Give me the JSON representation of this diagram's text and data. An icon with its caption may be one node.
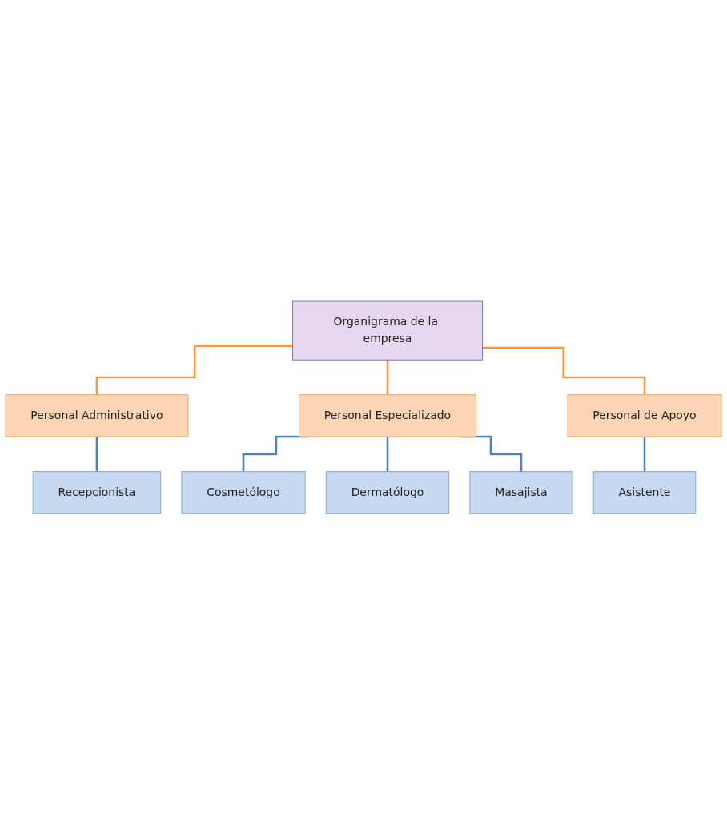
{
  "diagram": {
    "nodes": [
      {
        "text": [
          "Organigrama de la empresa"
        ]
      },
      {
        "text": [
          "Personal Administrativo"
        ]
      },
      {
        "text": [
          "Personal Especializado"
        ]
      },
      {
        "text": [
          "Personal de Apoyo"
        ]
      },
      {
        "text": [
          "Recepcionista"
        ]
      },
      {
        "text": [
          "Cosmetólogo"
        ]
      },
      {
        "text": [
          "Dermatólogo"
        ]
      },
      {
        "text": [
          "Masajista"
        ]
      },
      {
        "text": [
          "Asistente"
        ]
      }
    ],
    "edges": [
      {
        "from": 0,
        "to": 1,
        "arrow": "none",
        "color": "#f79646"
      },
      {
        "from": 0,
        "to": 2,
        "arrow": "none",
        "color": "#f79646"
      },
      {
        "from": 0,
        "to": 3,
        "arrow": "none",
        "color": "#f79646"
      },
      {
        "from": 1,
        "to": 4,
        "arrow": "none"
      },
      {
        "from": 2,
        "to": 5,
        "arrow": "none"
      },
      {
        "from": 2,
        "to": 6,
        "arrow": "none"
      },
      {
        "from": 2,
        "to": 7,
        "arrow": "none"
      },
      {
        "from": 3,
        "to": 8,
        "arrow": "none"
      }
    ]
  }
}
